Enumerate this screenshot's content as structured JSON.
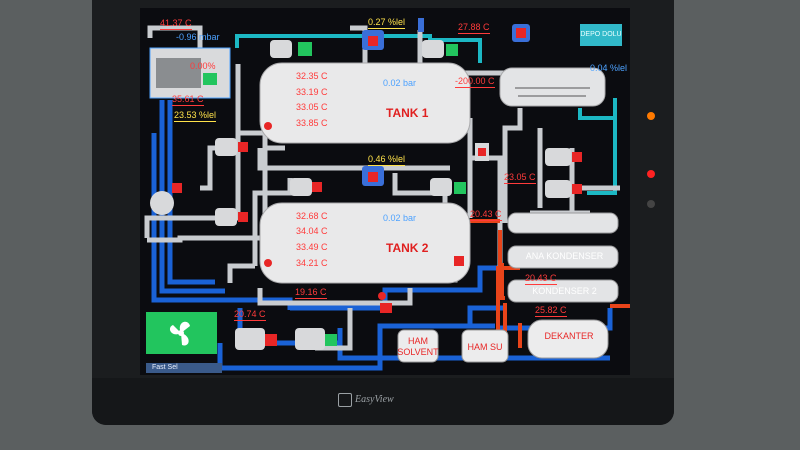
{
  "hmi": {
    "top_left": {
      "temp1": "41.37  C",
      "pressure1": "-0.96  mbar",
      "percent_red": "0.00%",
      "temp2": "35.61  C",
      "level": "23.53  %lel"
    },
    "top_center": {
      "level": "0.27  %lel"
    },
    "top_right": {
      "temp": "27.88  C",
      "pressure": "-200.00  C",
      "level": "0.04  %lel"
    },
    "depo_label": "DEPO DOLU",
    "tank1": {
      "label": "TANK 1",
      "temps": [
        "32.35  C",
        "33.19  C",
        "33.05  C",
        "33.85  C"
      ],
      "pressure": "0.02  bar"
    },
    "tank2": {
      "label": "TANK 2",
      "temps": [
        "32.68  C",
        "34.04  C",
        "33.49  C",
        "34.21  C"
      ],
      "pressure": "0.02  bar",
      "level": "0.46  %lel"
    },
    "right_temps": {
      "t1": "23.05  C",
      "t2": "20.43  C",
      "t3": "20.43  C",
      "t4": "25.82  C"
    },
    "bottom_temps": {
      "t1": "19.16  C",
      "t2": "20.74  C"
    },
    "condensers": {
      "ana": "ANA KONDENSER",
      "k2": "KONDENSER 2"
    },
    "vessels": {
      "ham_solvent": "HAM\nSOLVENT",
      "ham_su": "HAM SU",
      "dekanter": "DEKANTER"
    },
    "fast_sel": "Fast Sel"
  },
  "device": {
    "brand": "EasyView"
  },
  "colors": {
    "pipe_white": "#c9ccd0",
    "pipe_blue": "#1a62d6",
    "pipe_cyan": "#1cb8c4",
    "pipe_red": "#e8441a",
    "tank": "#e9e9ea",
    "screen_bg": "#0b0c10"
  }
}
